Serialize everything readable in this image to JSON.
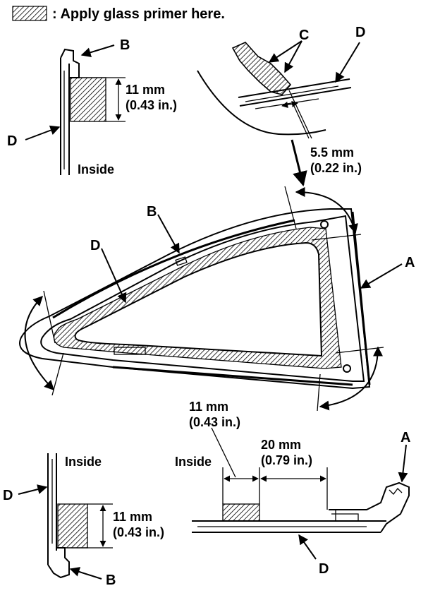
{
  "legend": {
    "text": ": Apply glass primer here."
  },
  "labels": {
    "a": "A",
    "b": "B",
    "c": "C",
    "d": "D",
    "inside": "Inside"
  },
  "dimensions": {
    "d11_mm": "11 mm",
    "d11_in": "(0.43 in.)",
    "d5_5_mm": "5.5 mm",
    "d5_5_in": "(0.22 in.)",
    "d20_mm": "20 mm",
    "d20_in": "(0.79 in.)"
  }
}
